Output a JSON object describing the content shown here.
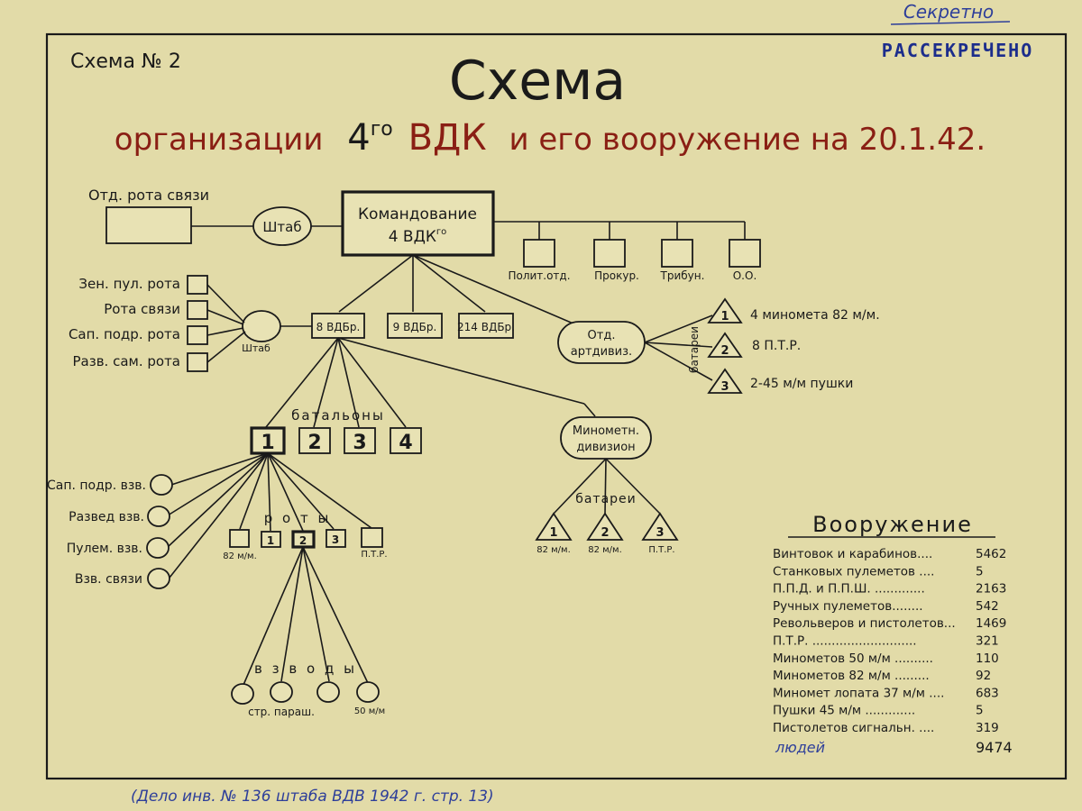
{
  "corner_marks": {
    "secret": "Секретно",
    "declassified": "РАССЕКРЕЧЕНО"
  },
  "header": {
    "scheme_number": "Схема № 2",
    "title": "Схема",
    "subtitle_prefix": "организации",
    "subtitle_corps": "4",
    "subtitle_ordinal": "го",
    "subtitle_vdk": "ВДК",
    "subtitle_rest": "и его вооружение на 20.1.42."
  },
  "top_level": {
    "signal_company_label": "Отд. рота связи",
    "staff": "Штаб",
    "command_line1": "Командование",
    "command_line2": "4 ВДК",
    "command_ordinal": "го",
    "units": [
      "Полит.отд.",
      "Прокур.",
      "Трибун.",
      "О.О."
    ]
  },
  "brigade_level": {
    "brigades": [
      "8 ВДБр.",
      "9 ВДБр.",
      "214 ВДБр."
    ],
    "staff": "Штаб",
    "companies": [
      "Зен. пул. рота",
      "Рота связи",
      "Сап. подр. рота",
      "Разв. сам. рота"
    ],
    "artillery_division_line1": "Отд.",
    "artillery_division_line2": "артдивиз.",
    "batteries_label": "батареи",
    "batteries": [
      {
        "num": "1",
        "label": "4 миномета 82 м/м."
      },
      {
        "num": "2",
        "label": "8 П.Т.Р."
      },
      {
        "num": "3",
        "label": "2-45 м/м пушки"
      }
    ]
  },
  "battalion_level": {
    "label": "батальоны",
    "battalions": [
      "1",
      "2",
      "3",
      "4"
    ],
    "platoons": [
      "Сап. подр. взв.",
      "Развед взв.",
      "Пулем. взв.",
      "Взв. связи"
    ],
    "companies_label": "р о т ы",
    "companies": [
      "",
      "1",
      "2",
      "3",
      ""
    ],
    "mortar_label": "82 м/м.",
    "atr_label": "П.Т.Р.",
    "platoons_label": "в з в о д ы",
    "platoon_caption": "стр. параш.",
    "platoon_mortar": "50 м/м"
  },
  "mortar_division": {
    "line1": "Минометн.",
    "line2": "дивизион",
    "batteries_label": "батареи",
    "batteries": [
      {
        "num": "1",
        "label": "82 м/м."
      },
      {
        "num": "2",
        "label": "82 м/м."
      },
      {
        "num": "3",
        "label": "П.Т.Р."
      }
    ]
  },
  "armament": {
    "title": "Вооружение",
    "items": [
      {
        "name": "Винтовок и карабинов....",
        "value": "5462"
      },
      {
        "name": "Станковых пулеметов ....",
        "value": "5"
      },
      {
        "name": "П.П.Д. и П.П.Ш. .............",
        "value": "2163"
      },
      {
        "name": "Ручных пулеметов........",
        "value": "542"
      },
      {
        "name": "Револьверов и пистолетов...",
        "value": "1469"
      },
      {
        "name": "П.Т.Р. ...........................",
        "value": "321"
      },
      {
        "name": "Минометов 50 м/м ..........",
        "value": "110"
      },
      {
        "name": "Минометов 82 м/м .........",
        "value": "92"
      },
      {
        "name": "Миномет лопата 37 м/м ....",
        "value": "683"
      },
      {
        "name": "Пушки 45 м/м .............",
        "value": "5"
      },
      {
        "name": "Пистолетов сигнальн. ....",
        "value": "319"
      }
    ],
    "people_label": "людей",
    "people_value": "9474"
  },
  "footer_note": "(Дело инв. № 136 штаба ВДВ 1942 г. стр. 13)",
  "colors": {
    "paper": "#e2dba8",
    "ink": "#1a1a1a",
    "red_ink": "#8a1f14",
    "blue_ink": "#2e3f9a",
    "stamp_blue": "#1c2d8c"
  }
}
